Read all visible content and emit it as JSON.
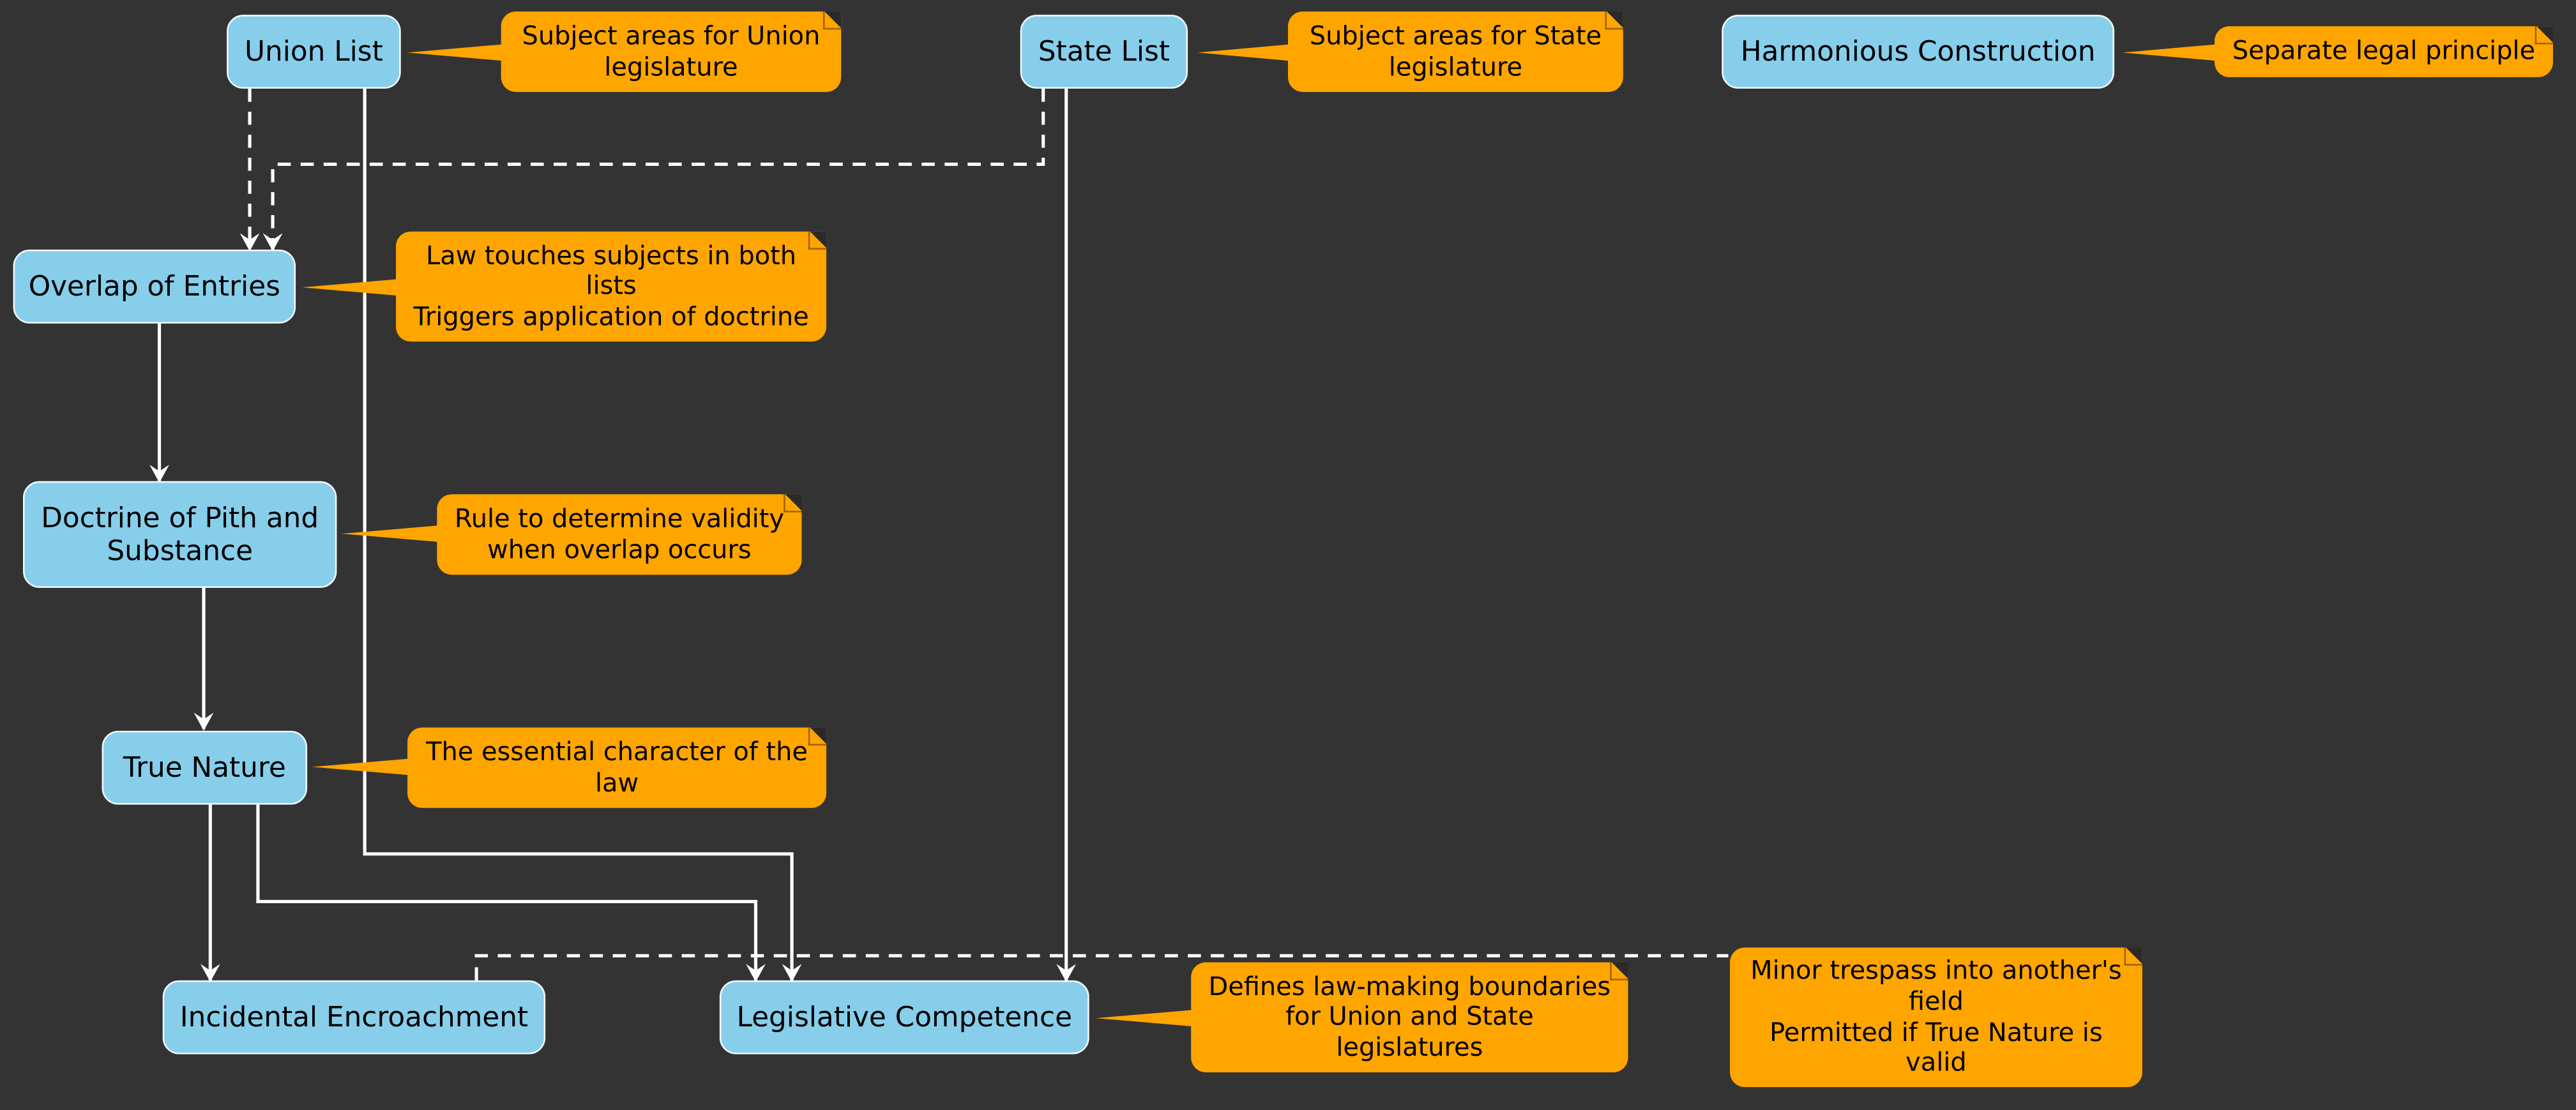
{
  "nodes": {
    "union_list": "Union List",
    "state_list": "State List",
    "harmonious_construction": "Harmonious Construction",
    "overlap": "Overlap of Entries",
    "pith_substance": "Doctrine of Pith and Substance",
    "true_nature": "True Nature",
    "incidental": "Incidental Encroachment",
    "competence": "Legislative Competence"
  },
  "notes": {
    "union_list": "Subject areas for Union\nlegislature",
    "state_list": "Subject areas for State\nlegislature",
    "harmonious_construction": "Separate legal principle",
    "overlap": "Law touches subjects in both\nlists\nTriggers application of doctrine",
    "pith_substance": "Rule to determine validity\nwhen overlap occurs",
    "true_nature": "The essential character of the\nlaw",
    "competence": "Defines law-making boundaries\nfor Union and State\nlegislatures",
    "incidental": "Minor trespass into another's\nfield\nPermitted if True Nature is\nvalid"
  },
  "colors": {
    "background": "#333333",
    "node_fill": "#87CEEB",
    "note_fill": "#FFA500",
    "edge": "#FFFFFF"
  }
}
